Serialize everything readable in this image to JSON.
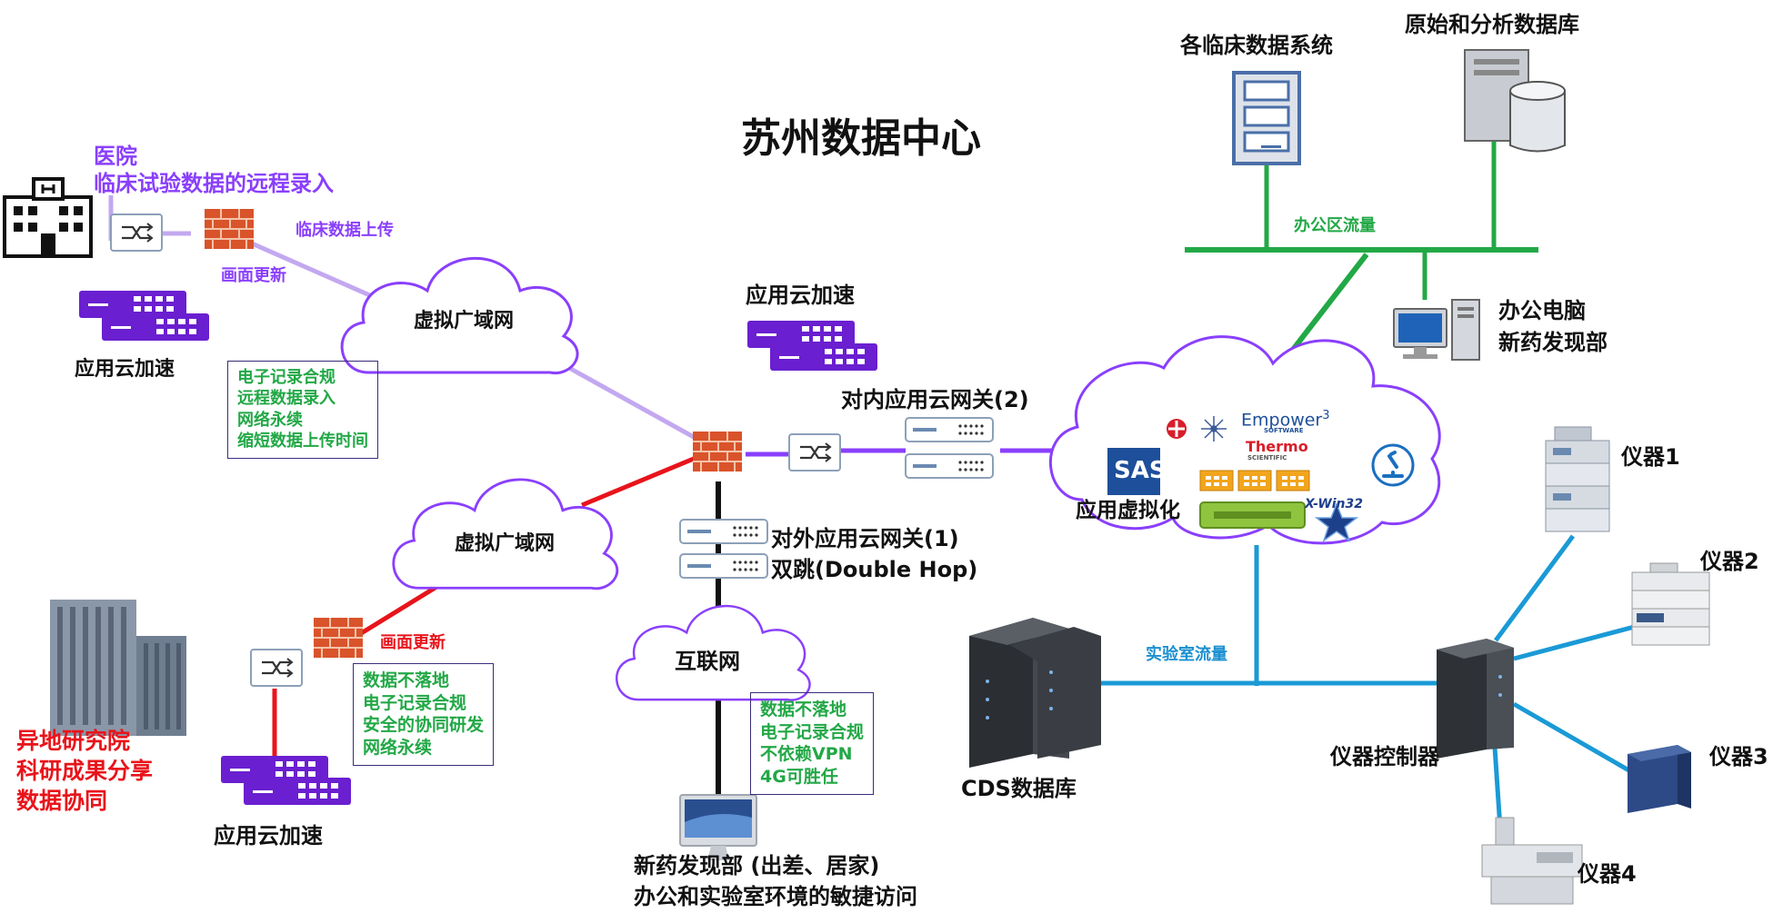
{
  "title": "苏州数据中心",
  "hospital": {
    "lines": [
      "医院",
      "临床试验数据的远程录入"
    ],
    "upload_label": "临床数据上传",
    "refresh_label": "画面更新",
    "accel_label": "应用云加速",
    "wan_label": "虚拟广域网",
    "benefits": [
      "电子记录合规",
      "远程数据录入",
      "网络永续",
      "缩短数据上传时间"
    ]
  },
  "remote_institute": {
    "lines": [
      "异地研究院",
      "科研成果分享",
      "数据协同"
    ],
    "refresh_label": "画面更新",
    "accel_label": "应用云加速",
    "wan_label": "虚拟广域网",
    "benefits": [
      "数据不落地",
      "电子记录合规",
      "安全的协同研发",
      "网络永续"
    ]
  },
  "center": {
    "accel_label": "应用云加速",
    "internal_gw_label": "对内应用云网关(2)",
    "external_gw_lines": [
      "对外应用云网关(1)",
      "双跳(Double Hop)"
    ],
    "internet_label": "互联网",
    "internet_benefits": [
      "数据不落地",
      "电子记录合规",
      "不依赖VPN",
      "4G可胜任"
    ],
    "mobile_lines": [
      "新药发现部 (出差、居家)",
      "办公和实验室环境的敏捷访问"
    ]
  },
  "virtualization": {
    "label": "应用虚拟化",
    "logos": {
      "sas": "SAS",
      "empower": "Empower",
      "empower_sup": "3",
      "empower_sub": "SOFTWARE",
      "thermo": "Thermo",
      "thermo_sub": "SCIENTIFIC",
      "xwin": "X-Win32"
    }
  },
  "office": {
    "clinical_systems": "各临床数据系统",
    "databases": "原始和分析数据库",
    "traffic_label": "办公区流量",
    "pc_lines": [
      "办公电脑",
      "新药发现部"
    ]
  },
  "lab": {
    "traffic_label": "实验室流量",
    "cds_label": "CDS数据库",
    "controller_label": "仪器控制器",
    "instruments": [
      "仪器1",
      "仪器2",
      "仪器3",
      "仪器4"
    ]
  },
  "colors": {
    "purple": "#8a3ffc",
    "light_purple": "#c3a8f0",
    "red": "#e8141b",
    "green": "#22a846",
    "blue": "#1a9ad6",
    "box_purple": "#6a1fd0",
    "firewall": "#d9532b"
  }
}
